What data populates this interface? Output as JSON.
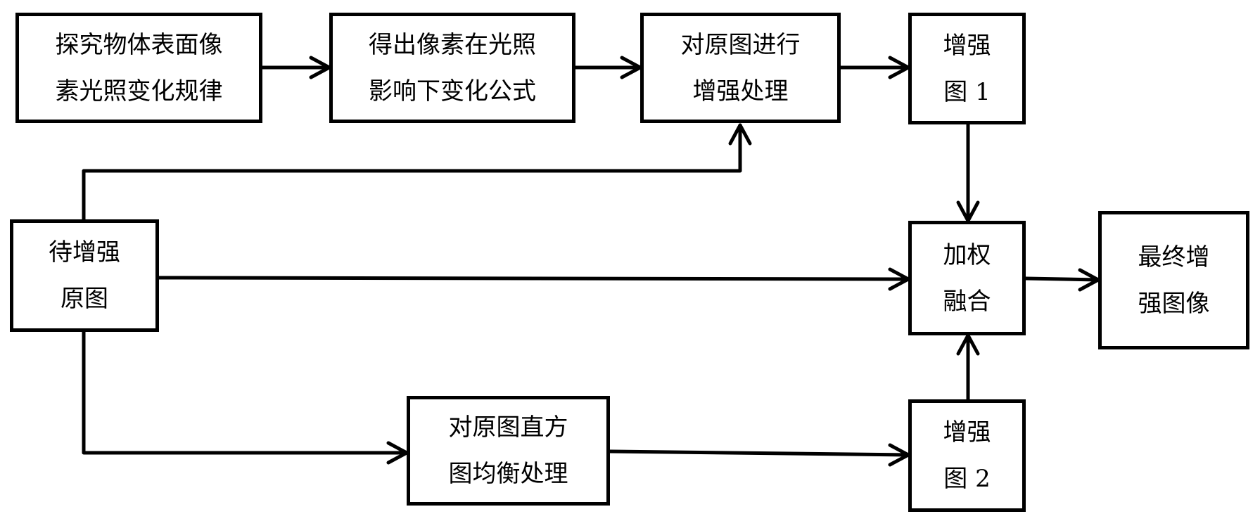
{
  "nodes": {
    "explore": {
      "text": "探究物体表面像\n素光照变化规律"
    },
    "formula": {
      "text": "得出像素在光照\n影响下变化公式"
    },
    "enhance": {
      "text": "对原图进行\n增强处理"
    },
    "enh1": {
      "text": "增强\n图 1"
    },
    "original": {
      "text": "待增强\n原图"
    },
    "fusion": {
      "text": "加权\n融合"
    },
    "final": {
      "text": "最终增\n强图像"
    },
    "histeq": {
      "text": "对原图直方\n图均衡处理"
    },
    "enh2": {
      "text": "增强\n图 2"
    }
  },
  "edges": [
    {
      "from": "explore",
      "to": "formula"
    },
    {
      "from": "formula",
      "to": "enhance"
    },
    {
      "from": "enhance",
      "to": "enh1"
    },
    {
      "from": "original",
      "to": "enhance"
    },
    {
      "from": "enh1",
      "to": "fusion"
    },
    {
      "from": "original",
      "to": "fusion"
    },
    {
      "from": "fusion",
      "to": "final"
    },
    {
      "from": "original",
      "to": "histeq"
    },
    {
      "from": "histeq",
      "to": "enh2"
    },
    {
      "from": "enh2",
      "to": "fusion"
    }
  ]
}
